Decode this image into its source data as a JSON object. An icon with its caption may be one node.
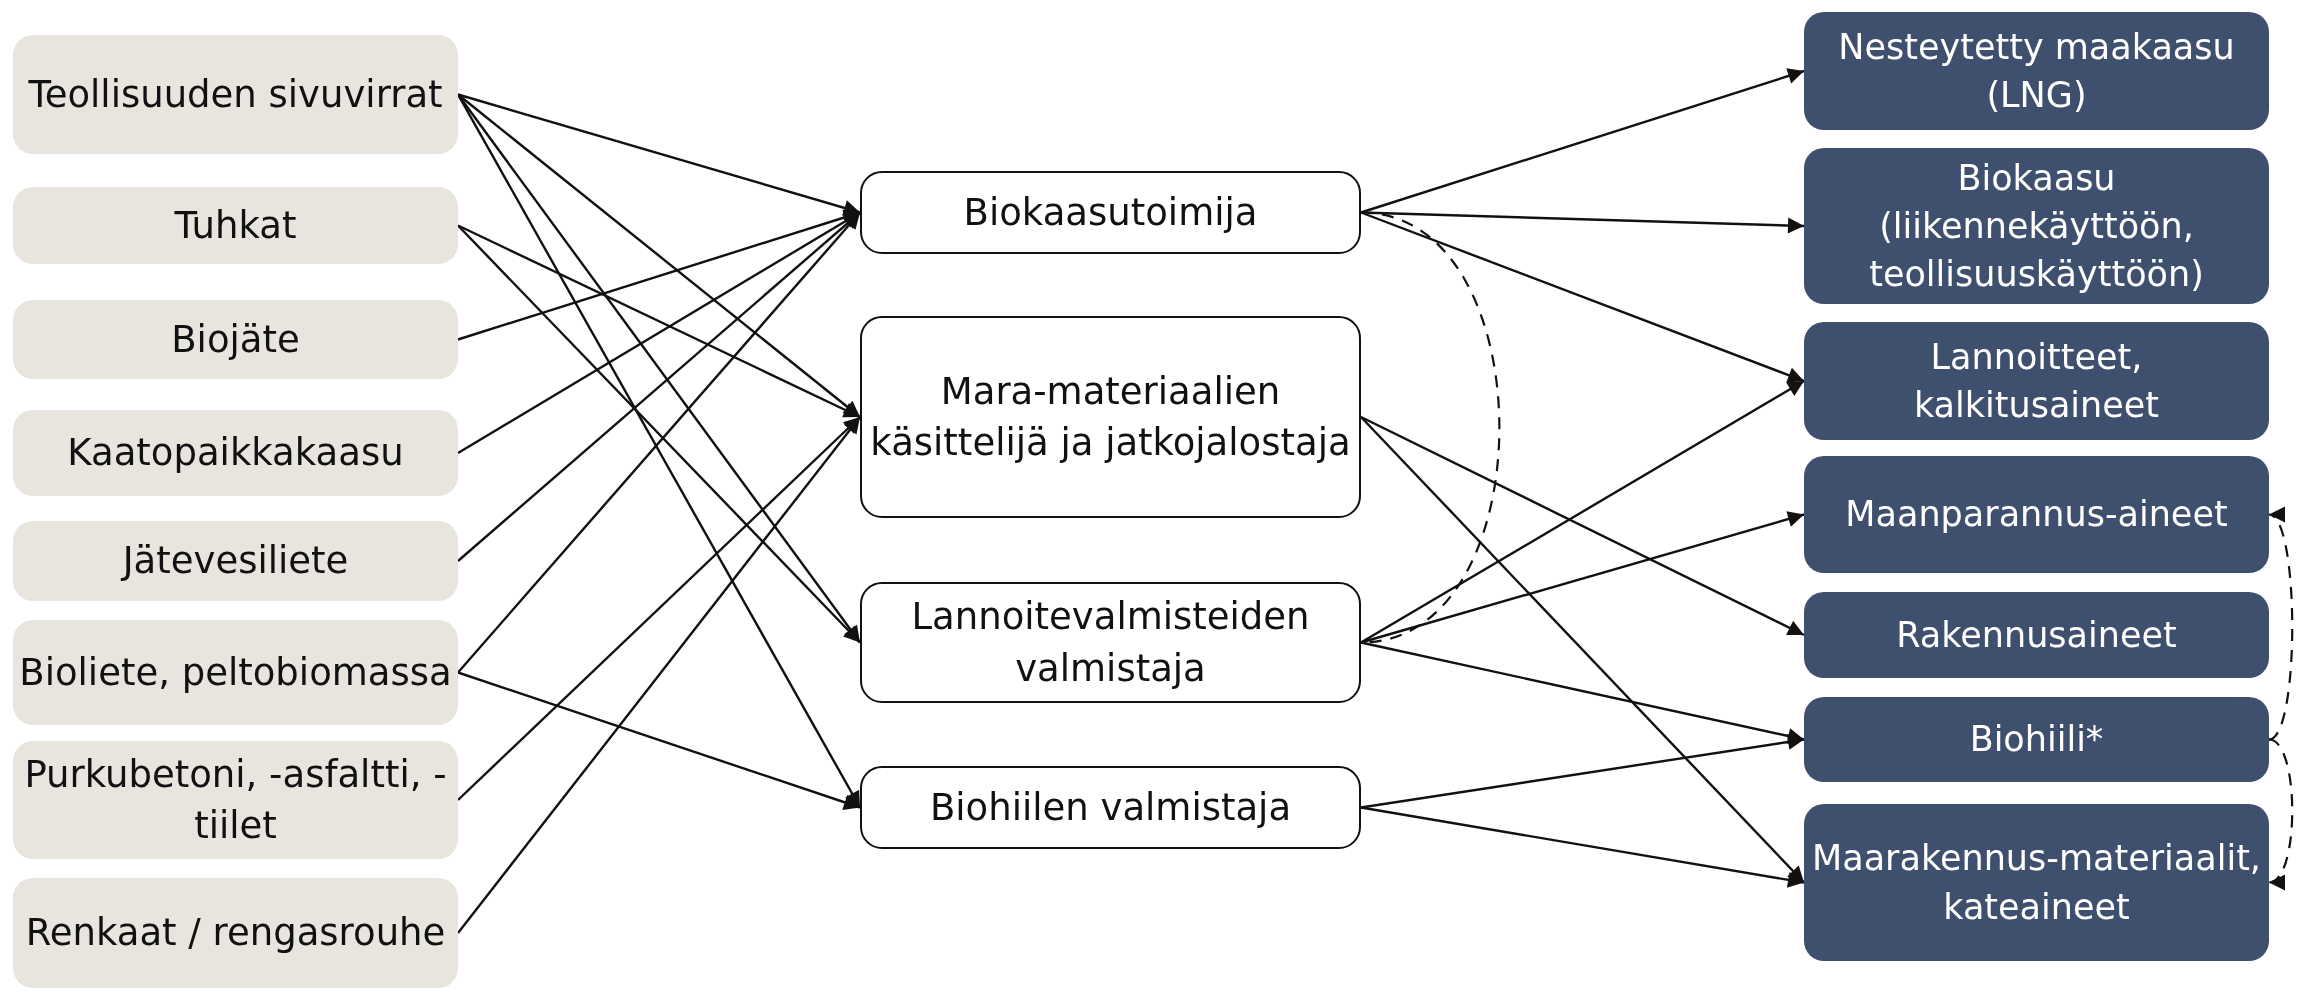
{
  "diagram": {
    "nodes": [
      {
        "text": [
          "Teollisuuden sivuvirrat"
        ]
      },
      {
        "text": [
          "Tuhkat"
        ]
      },
      {
        "text": [
          "Biojäte"
        ]
      },
      {
        "text": [
          "Kaatopaikkakaasu"
        ]
      },
      {
        "text": [
          "Jätevesiliete"
        ]
      },
      {
        "text": [
          "Bioliete, peltobiomassa"
        ]
      },
      {
        "text": [
          "Purkubetoni, -asfaltti, -tiilet"
        ]
      },
      {
        "text": [
          "Renkaat / rengasrouhe"
        ]
      },
      {
        "text": [
          "Biokaasutoimija"
        ]
      },
      {
        "text": [
          "Mara-materiaalien käsittelijä ja jatkojalostaja"
        ]
      },
      {
        "text": [
          "Lannoitevalmisteiden valmistaja"
        ]
      },
      {
        "text": [
          "Biohiilen valmistaja"
        ]
      },
      {
        "text": [
          "Nesteytetty maakaasu (LNG)"
        ]
      },
      {
        "text": [
          "Biokaasu (liikennekäyttöön, teollisuuskäyttöön)"
        ]
      },
      {
        "text": [
          "Lannoitteet, kalkitusaineet"
        ]
      },
      {
        "text": [
          "Maanparannus-aineet"
        ]
      },
      {
        "text": [
          "Rakennusaineet"
        ]
      },
      {
        "text": [
          "Biohiili*"
        ]
      },
      {
        "text": [
          "Maarakennus-materiaalit, kateaineet"
        ]
      }
    ],
    "edges": [
      {
        "from": 0,
        "to": 8,
        "arrow": "to"
      },
      {
        "from": 0,
        "to": 9,
        "arrow": "to"
      },
      {
        "from": 0,
        "to": 10,
        "arrow": "to"
      },
      {
        "from": 0,
        "to": 11,
        "arrow": "to"
      },
      {
        "from": 1,
        "to": 9,
        "arrow": "to"
      },
      {
        "from": 1,
        "to": 10,
        "arrow": "to"
      },
      {
        "from": 2,
        "to": 8,
        "arrow": "to"
      },
      {
        "from": 3,
        "to": 8,
        "arrow": "to"
      },
      {
        "from": 4,
        "to": 8,
        "arrow": "to"
      },
      {
        "from": 5,
        "to": 8,
        "arrow": "to"
      },
      {
        "from": 5,
        "to": 11,
        "arrow": "to"
      },
      {
        "from": 6,
        "to": 9,
        "arrow": "to"
      },
      {
        "from": 7,
        "to": 9,
        "arrow": "to"
      },
      {
        "from": 8,
        "to": 12,
        "arrow": "to"
      },
      {
        "from": 8,
        "to": 13,
        "arrow": "to"
      },
      {
        "from": 8,
        "to": 14,
        "arrow": "to"
      },
      {
        "from": 8,
        "to": 10,
        "arrow": "none",
        "style": "dashed"
      },
      {
        "from": 9,
        "to": 16,
        "arrow": "to"
      },
      {
        "from": 9,
        "to": 18,
        "arrow": "to"
      },
      {
        "from": 10,
        "to": 14,
        "arrow": "to"
      },
      {
        "from": 10,
        "to": 15,
        "arrow": "to"
      },
      {
        "from": 10,
        "to": 17,
        "arrow": "to"
      },
      {
        "from": 11,
        "to": 17,
        "arrow": "to"
      },
      {
        "from": 11,
        "to": 18,
        "arrow": "to"
      },
      {
        "from": 17,
        "to": 15,
        "arrow": "to",
        "style": "dashed"
      },
      {
        "from": 17,
        "to": 18,
        "arrow": "to",
        "style": "dashed"
      }
    ]
  }
}
